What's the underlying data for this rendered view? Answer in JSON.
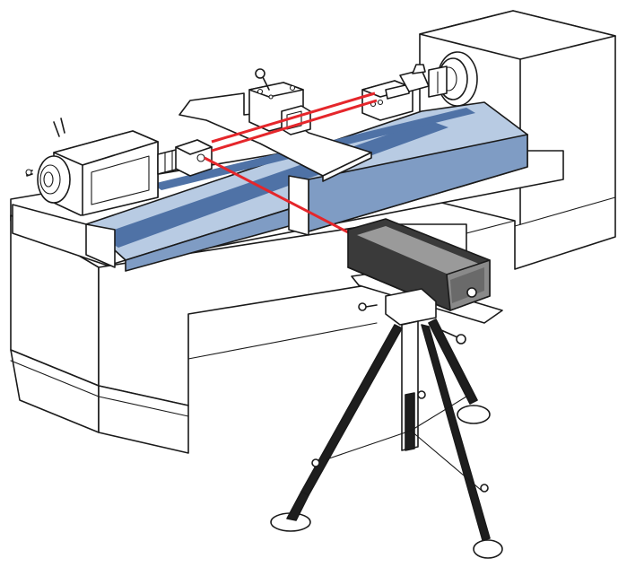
{
  "colors": {
    "background": "#ffffff",
    "outline": "#1a1a1a",
    "machine_fill": "#ffffff",
    "bed_top": "#b8cbe3",
    "bed_front": "#7f9cc4",
    "bed_groove": "#4f72a6",
    "laser_beam": "#e5262b",
    "laser_head_dark": "#3a3a3a",
    "laser_head_light": "#9a9a9a",
    "tripod_dark": "#1e1e1e"
  },
  "icons": [
    "lathe-headstock",
    "lathe-bed",
    "tailstock-motor",
    "tool-post-carriage",
    "interferometer-optic",
    "retroreflector-optic",
    "laser-head",
    "tripod"
  ]
}
